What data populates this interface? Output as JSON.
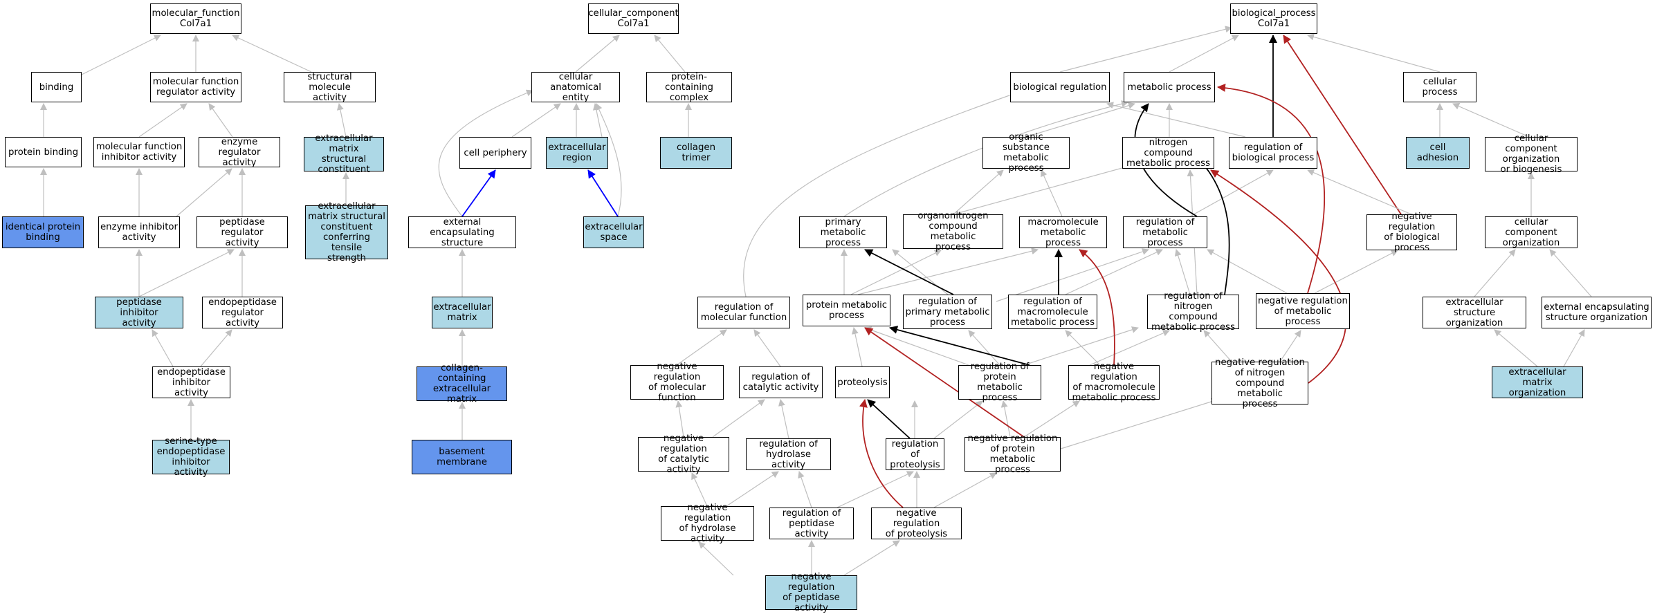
{
  "colors": {
    "annotated_light": "#add8e6",
    "annotated_strong": "#6495ed",
    "edge_is_a": "#bfbfbf",
    "edge_part_of": "#0000ff",
    "edge_regulates": "#000000",
    "edge_negatively_regulates": "#b22222"
  },
  "nodes": {
    "mf_root": {
      "label": "molecular_function\nCol7a1"
    },
    "binding": {
      "label": "binding"
    },
    "mf_regulator": {
      "label": "molecular function\nregulator activity"
    },
    "structural_molecule": {
      "label": "structural molecule\nactivity"
    },
    "protein_binding": {
      "label": "protein binding"
    },
    "mf_inhibitor": {
      "label": "molecular function\ninhibitor activity"
    },
    "enzyme_regulator": {
      "label": "enzyme regulator\nactivity"
    },
    "ecm_structural": {
      "label": "extracellular\nmatrix structural\nconstituent"
    },
    "identical_protein": {
      "label": "identical protein\nbinding"
    },
    "enzyme_inhibitor": {
      "label": "enzyme inhibitor\nactivity"
    },
    "peptidase_regulator": {
      "label": "peptidase regulator\nactivity"
    },
    "ecm_tensile": {
      "label": "extracellular\nmatrix structural\nconstituent\nconferring tensile\nstrength"
    },
    "peptidase_inhibitor": {
      "label": "peptidase inhibitor\nactivity"
    },
    "endopeptidase_regulator": {
      "label": "endopeptidase\nregulator activity"
    },
    "endopeptidase_inhibitor": {
      "label": "endopeptidase\ninhibitor activity"
    },
    "serine_endopeptidase": {
      "label": "serine-type\nendopeptidase\ninhibitor activity"
    },
    "cc_root": {
      "label": "cellular_component\nCol7a1"
    },
    "anatomical_entity": {
      "label": "cellular anatomical\nentity"
    },
    "protein_complex": {
      "label": "protein-containing\ncomplex"
    },
    "cell_periphery": {
      "label": "cell periphery"
    },
    "extracellular_region": {
      "label": "extracellular\nregion"
    },
    "collagen_trimer": {
      "label": "collagen trimer"
    },
    "external_encapsulating": {
      "label": "external encapsulating\nstructure"
    },
    "extracellular_space": {
      "label": "extracellular\nspace"
    },
    "extracellular_matrix": {
      "label": "extracellular\nmatrix"
    },
    "collagen_ecm": {
      "label": "collagen-containing\nextracellular\nmatrix"
    },
    "basement_membrane": {
      "label": "basement membrane"
    },
    "bp_root": {
      "label": "biological_process\nCol7a1"
    },
    "biological_regulation": {
      "label": "biological regulation"
    },
    "metabolic_process": {
      "label": "metabolic process"
    },
    "cellular_process": {
      "label": "cellular process"
    },
    "organic_substance": {
      "label": "organic substance\nmetabolic process"
    },
    "nitrogen_compound": {
      "label": "nitrogen compound\nmetabolic process"
    },
    "regulation_bp": {
      "label": "regulation of\nbiological process"
    },
    "cell_adhesion": {
      "label": "cell adhesion"
    },
    "cc_org_biogenesis": {
      "label": "cellular component\norganization\nor biogenesis"
    },
    "primary_metabolic": {
      "label": "primary metabolic\nprocess"
    },
    "organonitrogen": {
      "label": "organonitrogen\ncompound metabolic\nprocess"
    },
    "macromolecule_metabolic": {
      "label": "macromolecule\nmetabolic process"
    },
    "regulation_metabolic": {
      "label": "regulation of\nmetabolic process"
    },
    "neg_reg_bp": {
      "label": "negative regulation\nof biological\nprocess"
    },
    "cc_organization": {
      "label": "cellular component\norganization"
    },
    "regulation_mf": {
      "label": "regulation of\nmolecular function"
    },
    "protein_metabolic": {
      "label": "protein metabolic\nprocess"
    },
    "reg_primary_metabolic": {
      "label": "regulation of\nprimary metabolic\nprocess"
    },
    "reg_macromolecule": {
      "label": "regulation of\nmacromolecule\nmetabolic process"
    },
    "reg_nitrogen": {
      "label": "regulation of\nnitrogen compound\nmetabolic process"
    },
    "neg_reg_metabolic": {
      "label": "negative regulation\nof metabolic\nprocess"
    },
    "ecs_org": {
      "label": "extracellular\nstructure organization"
    },
    "ees_org": {
      "label": "external encapsulating\nstructure organization"
    },
    "neg_reg_mf": {
      "label": "negative regulation\nof molecular\nfunction"
    },
    "reg_catalytic": {
      "label": "regulation of\ncatalytic activity"
    },
    "proteolysis": {
      "label": "proteolysis"
    },
    "reg_protein_metabolic": {
      "label": "regulation of\nprotein metabolic\nprocess"
    },
    "neg_reg_macromolecule": {
      "label": "negative regulation\nof macromolecule\nmetabolic process"
    },
    "neg_reg_nitrogen": {
      "label": "negative regulation\nof nitrogen\ncompound metabolic\nprocess"
    },
    "ecm_org": {
      "label": "extracellular\nmatrix organization"
    },
    "neg_reg_catalytic": {
      "label": "negative regulation\nof catalytic\nactivity"
    },
    "reg_hydrolase": {
      "label": "regulation of\nhydrolase activity"
    },
    "reg_proteolysis": {
      "label": "regulation of\nproteolysis"
    },
    "neg_reg_protein_metabolic": {
      "label": "negative regulation\nof protein metabolic\nprocess"
    },
    "neg_reg_hydrolase": {
      "label": "negative regulation\nof hydrolase\nactivity"
    },
    "reg_peptidase": {
      "label": "regulation of\npeptidase activity"
    },
    "neg_reg_proteolysis": {
      "label": "negative regulation\nof proteolysis"
    },
    "neg_reg_peptidase": {
      "label": "negative regulation\nof peptidase\nactivity"
    }
  }
}
